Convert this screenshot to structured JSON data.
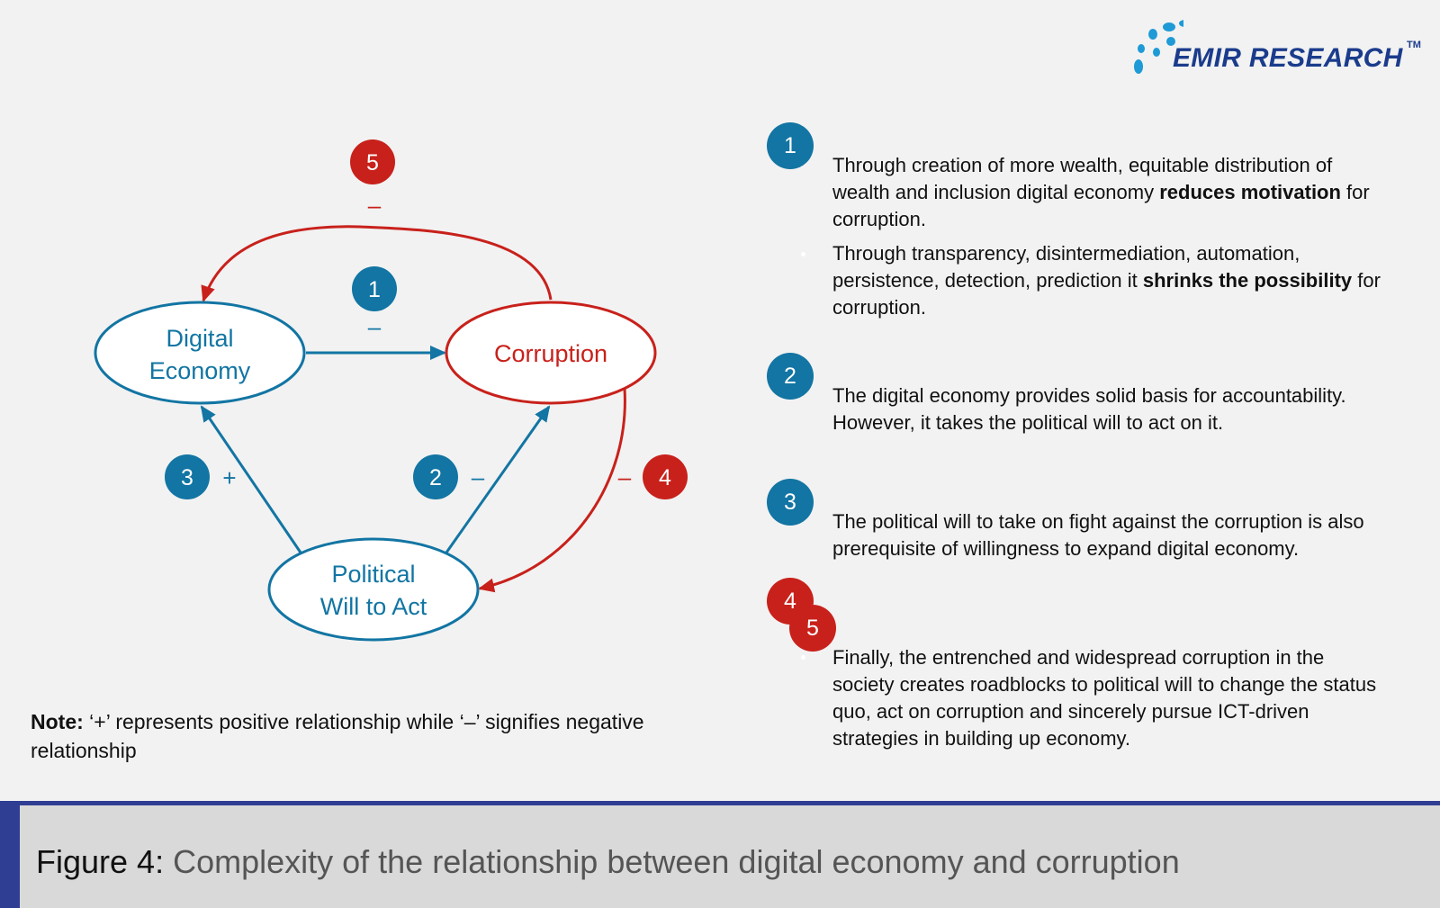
{
  "logo": {
    "text": "EMIR RESEARCH",
    "tm": "TM",
    "color": "#1b3c8c"
  },
  "colors": {
    "blue": "#1275a3",
    "red": "#c8211b",
    "caption_accent": "#2f3e93"
  },
  "diagram": {
    "nodes": {
      "digital_economy": {
        "line1": "Digital",
        "line2": "Economy"
      },
      "corruption": {
        "label": "Corruption"
      },
      "political_will": {
        "line1": "Political",
        "line2": "Will to Act"
      }
    },
    "links": [
      {
        "id": "1",
        "from": "Digital Economy",
        "to": "Corruption",
        "sign": "–"
      },
      {
        "id": "2",
        "from": "Political Will to Act",
        "to": "Corruption",
        "sign": "–"
      },
      {
        "id": "3",
        "from": "Political Will to Act",
        "to": "Digital Economy",
        "sign": "+"
      },
      {
        "id": "4",
        "from": "Corruption",
        "to": "Political Will to Act",
        "sign": "–"
      },
      {
        "id": "5",
        "from": "Corruption",
        "to": "Digital Economy",
        "sign": "–"
      }
    ]
  },
  "note": {
    "label": "Note:",
    "text": " ‘+’ represents positive relationship while ‘–’ signifies negative relationship"
  },
  "explanations": {
    "e1": {
      "badge": "1",
      "p1_a": "Through creation of more wealth, equitable distribution of wealth and inclusion digital economy ",
      "p1_b": "reduces motivation",
      "p1_c": " for corruption.",
      "p2_a": "Through transparency, disintermediation, automation, persistence, detection, prediction it ",
      "p2_b": "shrinks the possibility",
      "p2_c": " for corruption."
    },
    "e2": {
      "badge": "2",
      "text": "The digital economy provides solid basis for accountability. However, it takes the political will to act on it."
    },
    "e3": {
      "badge": "3",
      "text": "The political will to take on fight against the corruption is also prerequisite of willingness to expand digital economy."
    },
    "e45": {
      "badge_a": "4",
      "badge_b": "5",
      "text": "Finally, the entrenched and widespread corruption in the society creates roadblocks to political will to change the status quo, act on corruption and sincerely pursue ICT-driven strategies in building up economy."
    }
  },
  "caption": {
    "label": "Figure 4:",
    "text": " Complexity of the relationship between digital economy and corruption"
  }
}
